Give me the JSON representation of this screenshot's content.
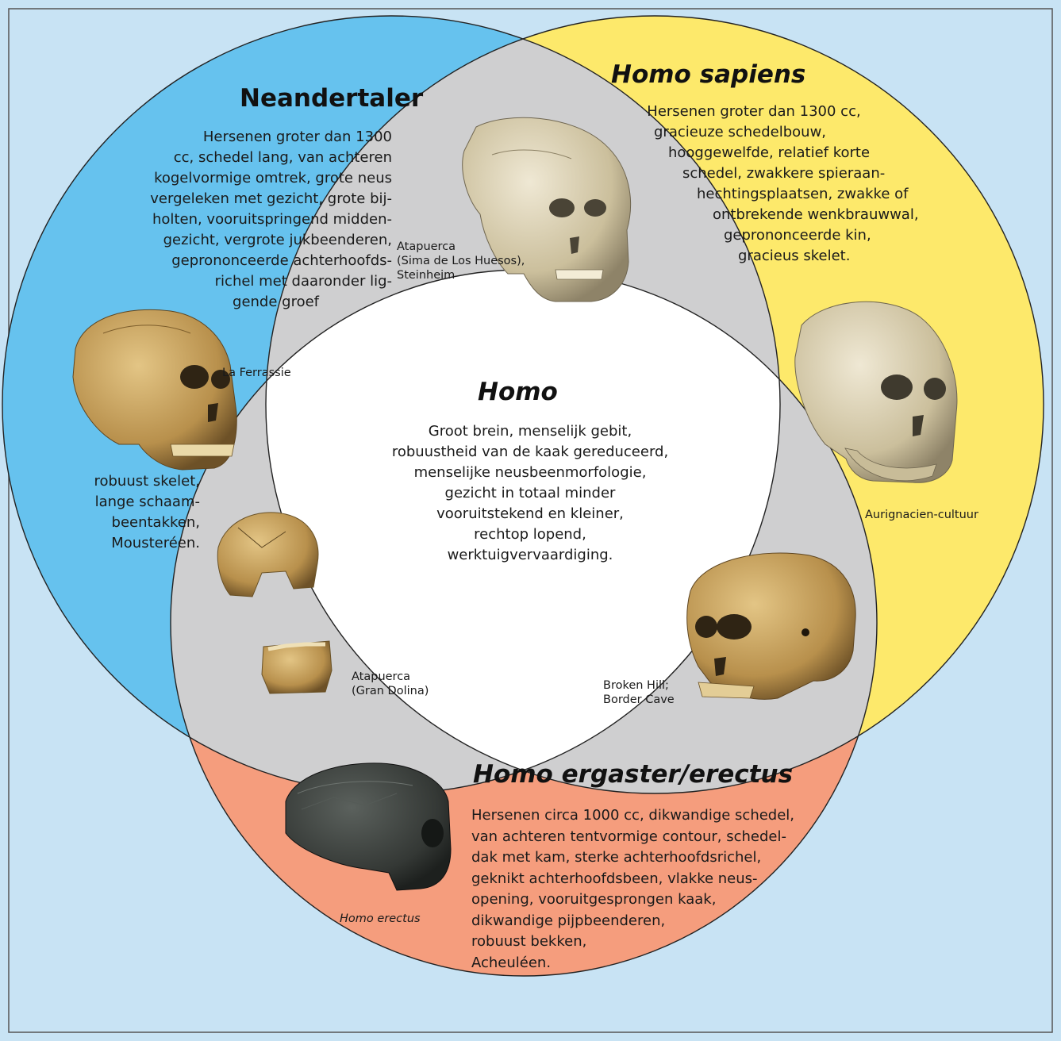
{
  "colors": {
    "background": "#c8e3f4",
    "neandertaler": "#66c2ee",
    "sapiens": "#fde96b",
    "ergaster": "#f59d7d",
    "overlap": "#cfcfd0",
    "center": "#ffffff",
    "outline": "#222222",
    "skull_light": "#d8cdb0",
    "skull_tan": "#c9a560",
    "skull_dark": "#3e4240"
  },
  "neandertaler": {
    "title": "Neandertaler",
    "lines": [
      "Hersenen groter dan 1300",
      "cc, schedel lang, van achteren",
      "kogelvormige omtrek, grote neus",
      "vergeleken met gezicht, grote bij-",
      "holten, vooruitspringend midden-",
      "gezicht, vergrote jukbeenderen,",
      "geprononceerde achterhoofds-",
      "richel met daaronder lig-",
      "gende groef"
    ],
    "lines2": [
      "robuust skelet,",
      "lange schaam-",
      "beentakken,",
      "Mousteréen."
    ],
    "skull_caption": "La Ferrassie",
    "skull_icon": "neanderthal-skull-icon"
  },
  "sapiens": {
    "title": "Homo sapiens",
    "lines": [
      "Hersenen groter dan 1300 cc,",
      "gracieuze schedelbouw,",
      "hooggewelfde, relatief korte",
      "schedel, zwakkere spieraan-",
      "hechtingsplaatsen, zwakke of",
      "ontbrekende wenkbrauwwal,",
      "geprononceerde kin,",
      "gracieus skelet."
    ],
    "skull_caption": "Aurignacien-cultuur",
    "skull_icon": "sapiens-skull-icon"
  },
  "homo": {
    "title": "Homo",
    "lines": [
      "Groot brein, menselijk gebit,",
      "robuustheid van de kaak gereduceerd,",
      "menselijke neusbeenmorfologie,",
      "gezicht in totaal minder",
      "vooruitstekend en kleiner,",
      "rechtop lopend,",
      "werktuigvervaardiging."
    ]
  },
  "overlap_top": {
    "caption_lines": [
      "Atapuerca",
      "(Sima de Los Huesos),",
      "Steinheim"
    ],
    "skull_icon": "atapuerca-skull-icon"
  },
  "overlap_left": {
    "caption_lines": [
      "Atapuerca",
      "(Gran Dolina)"
    ],
    "skull_icon": "cranial-fragment-icon",
    "jaw_icon": "jaw-fragment-icon"
  },
  "overlap_right": {
    "caption_lines": [
      "Broken Hill;",
      "Border Cave"
    ],
    "skull_icon": "broken-hill-skull-icon"
  },
  "ergaster": {
    "title": "Homo ergaster/erectus",
    "lines": [
      "Hersenen circa 1000 cc, dikwandige schedel,",
      "van achteren tentvormige contour, schedel-",
      "dak met kam, sterke achterhoofdsrichel,",
      "geknikt achterhoofdsbeen, vlakke neus-",
      "opening, vooruitgesprongen kaak,",
      "dikwandige pijpbeenderen,",
      "robuust bekken,",
      "Acheuléen."
    ],
    "skull_caption": "Homo erectus",
    "skull_icon": "erectus-skull-icon"
  }
}
